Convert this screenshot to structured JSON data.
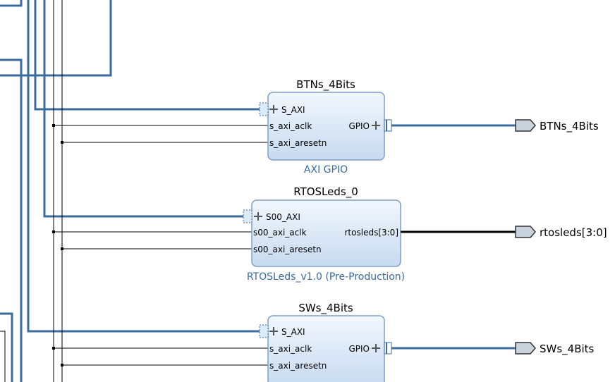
{
  "blocks": [
    {
      "instance": "BTNs_4Bits",
      "ip": "AXI GPIO",
      "pins_in": [
        "S_AXI",
        "s_axi_aclk",
        "s_axi_aresetn"
      ],
      "pin_out": "GPIO"
    },
    {
      "instance": "RTOSLeds_0",
      "ip": "RTOSLeds_v1.0 (Pre-Production)",
      "pins_in": [
        "S00_AXI",
        "s00_axi_aclk",
        "s00_axi_aresetn"
      ],
      "pin_out": "rtosleds[3:0]"
    },
    {
      "instance": "SWs_4Bits",
      "ip": "",
      "pins_in": [
        "S_AXI",
        "s_axi_aclk",
        "s_axi_aresetn"
      ],
      "pin_out": "GPIO"
    }
  ],
  "ports": [
    "BTNs_4Bits",
    "rtosleds[3:0]",
    "SWs_4Bits"
  ],
  "colors": {
    "bus": "#3a6a9e",
    "block_fill_top": "#f2f7fd",
    "block_fill_bottom": "#c7daf0",
    "block_stroke": "#7f9fc4",
    "ip_text": "#3a6a9e"
  }
}
